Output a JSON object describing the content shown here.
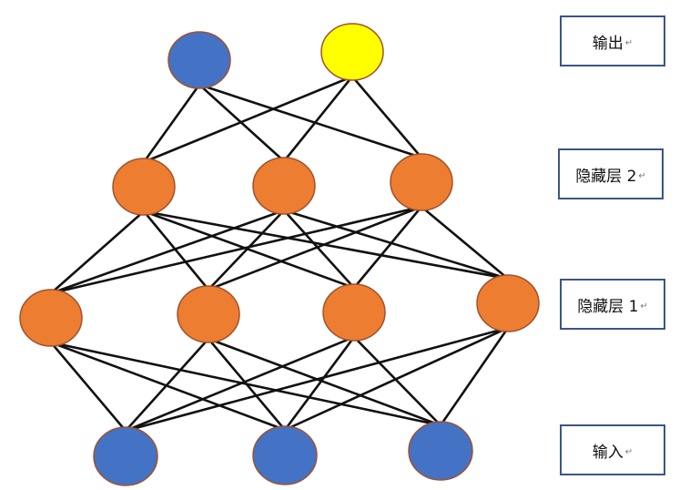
{
  "colors": {
    "edge": "#111111",
    "blue": "#4472c4",
    "orange": "#ed7d31",
    "yellow": "#ffff00",
    "node_border": "#a0522d",
    "label_border": "#3a5588"
  },
  "labels": {
    "output": "输出",
    "hidden2": "隐藏层 2",
    "hidden1": "隐藏层 1",
    "input": "输入",
    "return_mark": "↵"
  },
  "layers": [
    {
      "id": "output",
      "nodes": [
        {
          "fill": "blue"
        },
        {
          "fill": "yellow"
        }
      ]
    },
    {
      "id": "hidden2",
      "nodes": [
        {
          "fill": "orange"
        },
        {
          "fill": "orange"
        },
        {
          "fill": "orange"
        }
      ]
    },
    {
      "id": "hidden1",
      "nodes": [
        {
          "fill": "orange"
        },
        {
          "fill": "orange"
        },
        {
          "fill": "orange"
        },
        {
          "fill": "orange"
        }
      ]
    },
    {
      "id": "input",
      "nodes": [
        {
          "fill": "blue"
        },
        {
          "fill": "blue"
        },
        {
          "fill": "blue"
        }
      ]
    }
  ]
}
